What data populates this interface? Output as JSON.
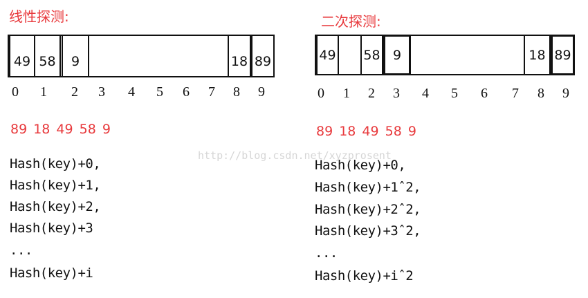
{
  "linear": {
    "title": "线性探测:",
    "cells": [
      {
        "index": 0,
        "value": "49"
      },
      {
        "index": 1,
        "value": "58"
      },
      {
        "index": 2,
        "value": "9"
      },
      {
        "index": 3,
        "value": ""
      },
      {
        "index": 4,
        "value": ""
      },
      {
        "index": 5,
        "value": ""
      },
      {
        "index": 6,
        "value": ""
      },
      {
        "index": 7,
        "value": ""
      },
      {
        "index": 8,
        "value": "18"
      },
      {
        "index": 9,
        "value": "89"
      }
    ],
    "indices": [
      "0",
      "1",
      "2",
      "3",
      "4",
      "5",
      "6",
      "7",
      "8",
      "9"
    ],
    "keys": "89 18 49 58 9",
    "formulas": [
      "Hash(key)+0,",
      "Hash(key)+1,",
      "Hash(key)+2,",
      "Hash(key)+3",
      "...",
      "Hash(key)+i"
    ]
  },
  "quadratic": {
    "title": "二次探测:",
    "cells": [
      {
        "index": 0,
        "value": "49"
      },
      {
        "index": 1,
        "value": ""
      },
      {
        "index": 2,
        "value": "58"
      },
      {
        "index": 3,
        "value": "9"
      },
      {
        "index": 4,
        "value": ""
      },
      {
        "index": 5,
        "value": ""
      },
      {
        "index": 6,
        "value": ""
      },
      {
        "index": 7,
        "value": ""
      },
      {
        "index": 8,
        "value": "18"
      },
      {
        "index": 9,
        "value": "89"
      }
    ],
    "indices": [
      "0",
      "1",
      "2",
      "3",
      "4",
      "5",
      "6",
      "7",
      "8",
      "9"
    ],
    "keys": "89 18 49 58 9",
    "formulas": [
      "Hash(key)+0,",
      "Hash(key)+1ˆ2,",
      "Hash(key)+2ˆ2,",
      "Hash(key)+3ˆ2,",
      "...",
      "Hash(key)+iˆ2"
    ]
  },
  "watermark": "http://blog.csdn.net/xyzprosent",
  "colors": {
    "title": "#e8393c",
    "keys": "#e8393c",
    "text": "#111111",
    "watermark": "#d6d6d6"
  }
}
